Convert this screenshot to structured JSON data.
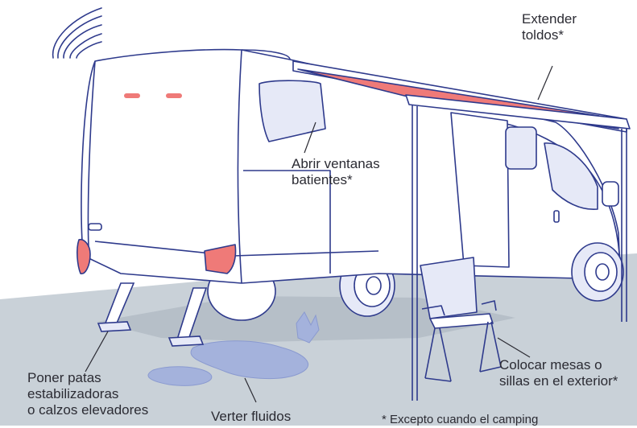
{
  "labels": {
    "awning": {
      "line1": "Extender",
      "line2": "toldos*"
    },
    "windows": {
      "line1": "Abrir ventanas",
      "line2": "batientes*"
    },
    "stabilizers": {
      "line1": "Poner patas",
      "line2": "estabilizadoras",
      "line3": "o calzos elevadores"
    },
    "fluids": {
      "line1": "Verter fluidos"
    },
    "furniture": {
      "line1": "Colocar mesas o",
      "line2": "sillas en el exterior*"
    },
    "footnote": {
      "text": "* Excepto cuando el camping"
    }
  },
  "icons": [
    "wireless-signal-icon"
  ],
  "colors": {
    "outline": "#2e3a8c",
    "body": "#ffffff",
    "highlight": "#ef7a78",
    "ground": "#c9d1d8",
    "shadow": "#b6bfc8",
    "puddle": "#a4b2dc",
    "glass": "#e6e9f7",
    "text": "#2b2b33"
  }
}
